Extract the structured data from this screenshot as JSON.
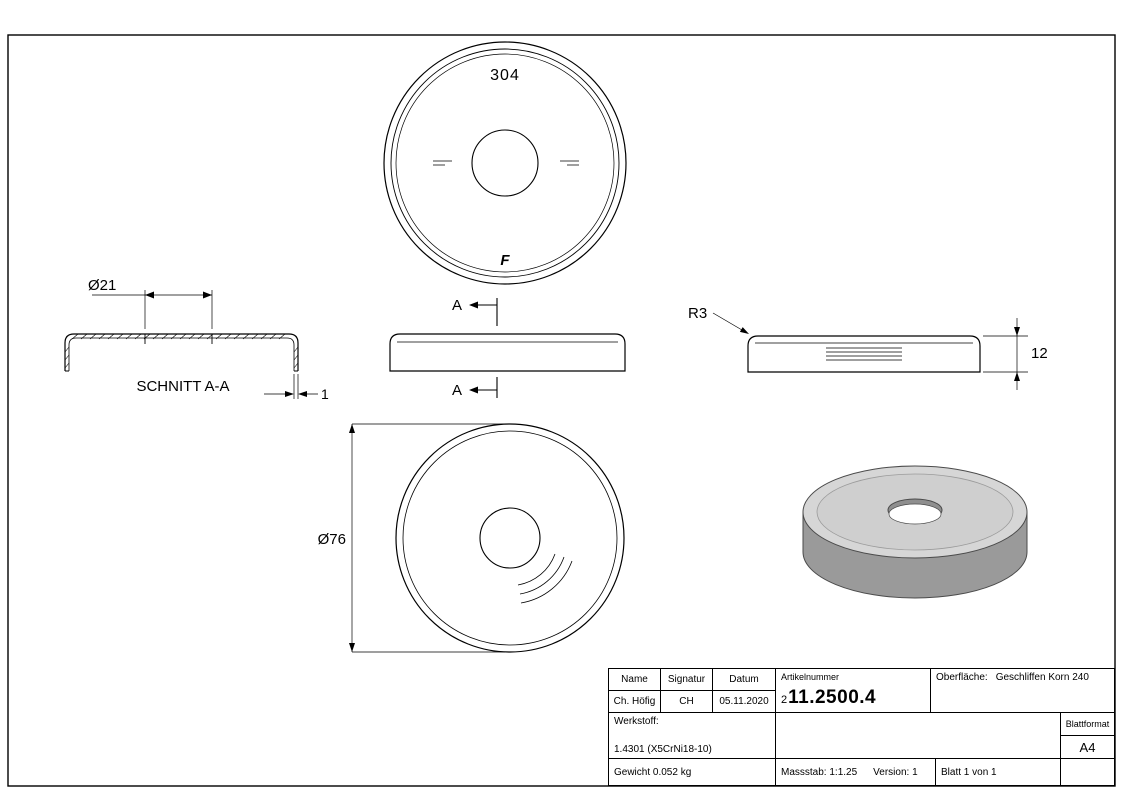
{
  "colors": {
    "line": "#000000",
    "iso_top": "#d6d6d6",
    "iso_side": "#9a9a9a",
    "iso_bevel": "#cfcfcf"
  },
  "views": {
    "top_view": {
      "grade": "304",
      "logo": "F"
    },
    "section_view": {
      "title": "SCHNITT A-A",
      "dim_hole": "Ø21",
      "dim_thickness": "1"
    },
    "front_view": {
      "cut_label": "A"
    },
    "side_view": {
      "radius_label": "R3",
      "dim_height": "12"
    },
    "bottom_view": {
      "dim_diameter": "Ø76"
    }
  },
  "title_block": {
    "headers": {
      "name": "Name",
      "signatur": "Signatur",
      "datum": "Datum",
      "artikelnummer": "Artikelnummer",
      "oberflaeche_label": "Oberfläche:",
      "oberflaeche_value": "Geschliffen Korn 240"
    },
    "values": {
      "name": "Ch. Höfig",
      "signatur": "CH",
      "datum": "05.11.2020",
      "artikelnummer_prefix": "2",
      "artikelnummer": "11.2500.4"
    },
    "werkstoff_label": "Werkstoff:",
    "werkstoff_value": "1.4301 (X5CrNi18-10)",
    "gewicht": "Gewicht 0.052 kg",
    "massstab": "Massstab: 1:1.25",
    "version": "Version: 1",
    "blatt": "Blatt 1 von 1",
    "blattformat_label": "Blattformat",
    "blattformat_value": "A4"
  }
}
